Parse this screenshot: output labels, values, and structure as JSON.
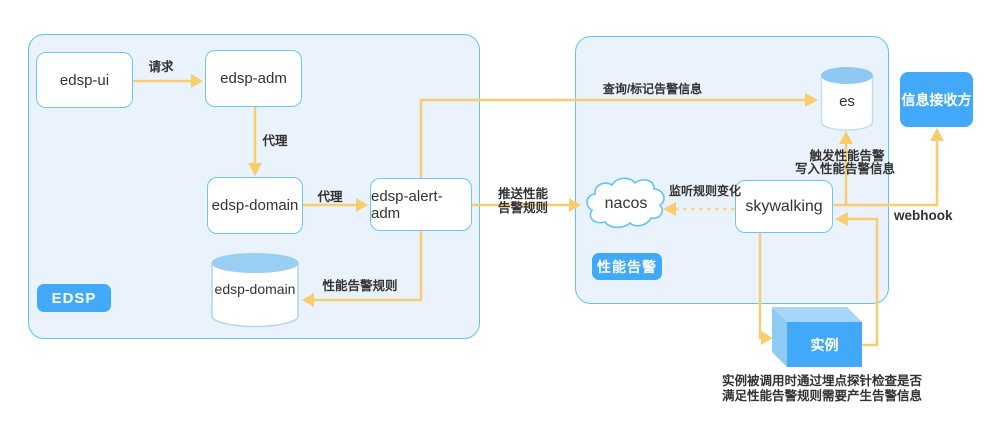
{
  "groups": {
    "edsp": {
      "badge": "EDSP"
    },
    "perf_alert": {
      "badge": "性能告警"
    }
  },
  "nodes": {
    "edsp_ui": "edsp-ui",
    "edsp_adm": "edsp-adm",
    "edsp_domain": "edsp-domain",
    "edsp_alert_adm": "edsp-alert-adm",
    "edsp_domain_db": "edsp-domain",
    "es": "es",
    "nacos": "nacos",
    "skywalking": "skywalking",
    "receiver": "信息接收方",
    "instance": "实例"
  },
  "edge_labels": {
    "request": "请求",
    "proxy_adm_to_domain": "代理",
    "proxy_domain_to_alert": "代理",
    "perf_alert_rule": "性能告警规则",
    "query_mark_alert": "查询/标记告警信息",
    "push_rule_line1": "推送性能",
    "push_rule_line2": "告警规则",
    "listen_rule_change": "监听规则变化",
    "trigger_perf_alert": "触发性能告警",
    "write_alert_info": "写入性能告警信息",
    "webhook": "webhook"
  },
  "notes": {
    "instance_line1": "实例被调用时通过埋点探针检查是否",
    "instance_line2": "满足性能告警规则需要产生告警信息"
  },
  "colors": {
    "container_fill": "#eaf2fc",
    "container_border": "#5fc2f8",
    "node_border": "#6cc6f8",
    "solid_blue": "#41a9f7",
    "arrow_yellow": "#f7cd6f",
    "dashed_yellow": "#f6d88c",
    "cylinder_top": "#9bcef3",
    "text": "#333333"
  }
}
